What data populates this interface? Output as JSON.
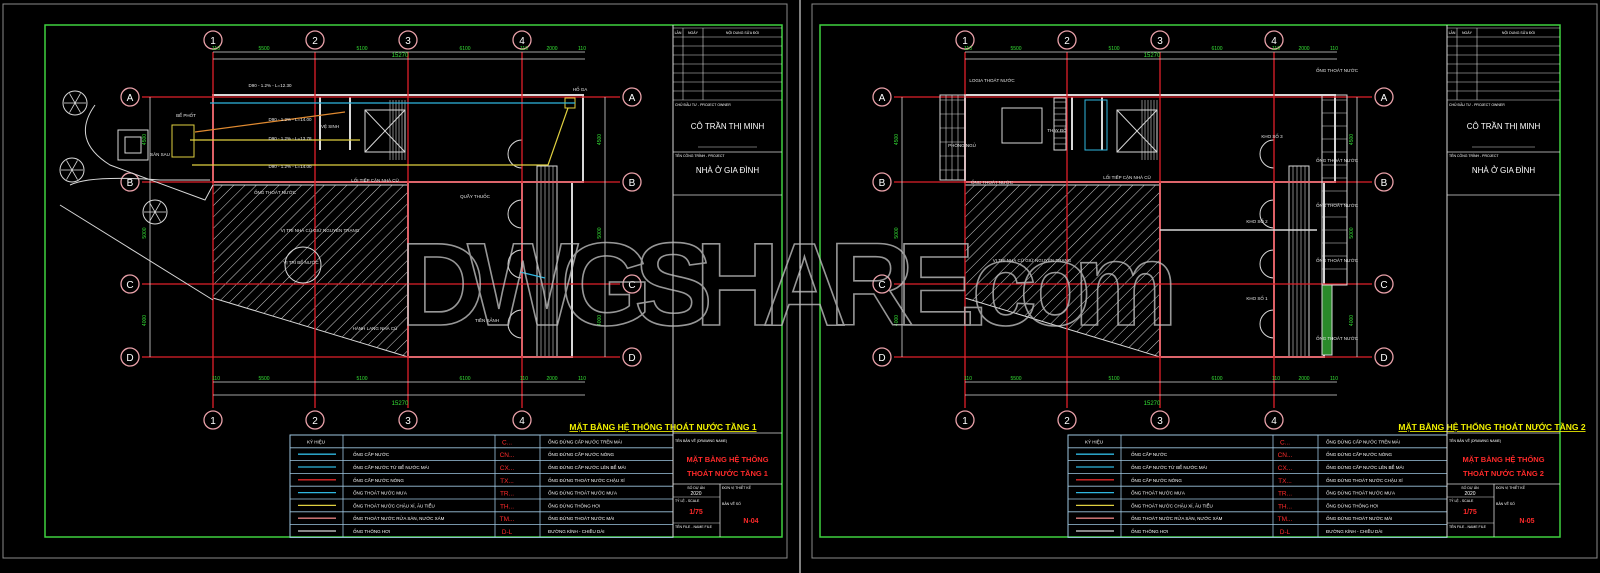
{
  "colors": {
    "background": "#000000",
    "frame": "#3fd13f",
    "grid": "#e0202a",
    "wall": "#d8d8d8",
    "dimension": "#34e034",
    "legend_border": "#9ec6e0",
    "pipe_supply": "#2fb7e0",
    "pipe_hot": "#e02a2a",
    "pipe_waste": "#e0d040",
    "pipe_grey": "#e08080",
    "title_red": "#ff2a2a",
    "title_yellow": "#f0f000"
  },
  "axes": {
    "columns": [
      "1",
      "2",
      "3",
      "4"
    ],
    "rows": [
      "A",
      "B",
      "C",
      "D"
    ]
  },
  "dimensions": {
    "total": "15270",
    "segments": [
      "110",
      "5500",
      "5100",
      "6100",
      "110",
      "2000",
      "110"
    ],
    "rows": [
      "4500",
      "5000",
      "4000"
    ]
  },
  "title_block": {
    "revision_headers": [
      "LẦN",
      "NGÀY",
      "NỘI DUNG SỬA ĐỔI"
    ],
    "owner_label": "CHỦ ĐẦU TƯ - PROJECT OWNER",
    "owner": "CÔ TRẦN THỊ MINH",
    "project_label": "TÊN CÔNG TRÌNH - PROJECT",
    "project": "NHÀ Ở GIA ĐÌNH",
    "drawing_label": "TÊN BẢN VẼ (DRAWING NAME)",
    "number_label": "SỐ DỰ ÁN",
    "number": "2020",
    "design_label": "ĐƠN VỊ THIẾT KẾ",
    "scale_label": "TỶ LỆ - SCALE",
    "sheet_label": "BẢN VẼ SỐ",
    "file_label": "TÊN FILE - NAME FILE"
  },
  "legend": {
    "header": "KÝ HIỆU",
    "rows": [
      {
        "symbol": "",
        "desc": "",
        "code": "C...",
        "code_desc": "ỐNG ĐỨNG CẤP NƯỚC TRÊN MÁI"
      },
      {
        "symbol": "#2fb7e0",
        "desc": "ỐNG CẤP NƯỚC",
        "code": "CN...",
        "code_desc": "ỐNG ĐỨNG CẤP NƯỚC NÓNG"
      },
      {
        "symbol": "#2fb7e0",
        "desc": "ỐNG CẤP NƯỚC TỪ BỂ NƯỚC MÁI",
        "code": "CX...",
        "code_desc": "ỐNG ĐỨNG CẤP NƯỚC LÊN BỂ MÁI"
      },
      {
        "symbol": "#e02a2a",
        "desc": "ỐNG CẤP NƯỚC NÓNG",
        "code": "TX...",
        "code_desc": "ỐNG ĐỨNG THOÁT NƯỚC CHẬU XÍ"
      },
      {
        "symbol": "#2fb7e0",
        "desc": "ỐNG THOÁT NƯỚC MƯA",
        "code": "TR...",
        "code_desc": "ỐNG ĐỨNG THOÁT NƯỚC MƯA"
      },
      {
        "symbol": "#e0d040",
        "desc": "ỐNG THOÁT NƯỚC CHẬU XÍ, ÂU TIỂU",
        "code": "TH...",
        "code_desc": "ỐNG ĐỨNG THÔNG HƠI"
      },
      {
        "symbol": "#e08080",
        "desc": "ỐNG THOÁT NƯỚC RỬA SÀN, NƯỚC XÁM",
        "code": "TM...",
        "code_desc": "ỐNG ĐỨNG THOÁT NƯỚC MÁI"
      },
      {
        "symbol": "#d8d8d8",
        "desc": "ỐNG THÔNG HƠI",
        "code": "D-L",
        "code_desc": "ĐƯỜNG KÍNH - CHIỀU DÀI"
      }
    ]
  },
  "sheets": [
    {
      "plan_title": "MẶT BẰNG HỆ THỐNG THOÁT NƯỚC TẦNG 1",
      "block_title": [
        "MẶT BẰNG HỆ THỐNG",
        "THOÁT NƯỚC TẦNG 1"
      ],
      "scale": "1/75",
      "sheet_no": "N-04",
      "labels": [
        "SÂN SAU",
        "BỂ PHỐT",
        "VỆ SINH",
        "LỐI TIẾP CẬN NHÀ CŨ",
        "ỐNG THOÁT NƯỚC",
        "QUẦY THUỐC",
        "VỊ TRÍ NHÀ CŨ GIỮ NGUYÊN TRẠNG",
        "VỊ TRÍ BỂ NƯỚC",
        "HÀNH LANG NHÀ CŨ",
        "TIỀN SẢNH",
        "HỐ GA",
        "D90 - 1.2% - L=12.30",
        "D90 - 1.2% - L=14.00",
        "D90 - 1.2% - L=13.78",
        "D90 - 1.2% - L=14.00"
      ]
    },
    {
      "plan_title": "MẶT BẰNG HỆ THỐNG THOÁT NƯỚC TẦNG 2",
      "block_title": [
        "MẶT BẰNG HỆ THỐNG",
        "THOÁT NƯỚC TẦNG 2"
      ],
      "scale": "1/75",
      "sheet_no": "N-05",
      "labels": [
        "PHÒNG NGỦ",
        "THAY ĐỒ",
        "KHO SỐ 3",
        "KHO SỐ 2",
        "KHO SỐ 1",
        "LỐI TIẾP CẬN NHÀ CŨ",
        "VỊ TRÍ NHÀ CŨ GIỮ NGUYÊN TRẠNG",
        "LOGIA THOÁT NƯỚC",
        "ỐNG THOÁT NƯỚC",
        "ỐNG THOÁT NƯỚC",
        "ỐNG THOÁT NƯỚC",
        "ỐNG THOÁT NƯỚC",
        "ỐNG THOÁT NƯỚC",
        "ỐNG THOÁT NƯỚC"
      ]
    }
  ],
  "watermark": "DWGSHARE.com"
}
